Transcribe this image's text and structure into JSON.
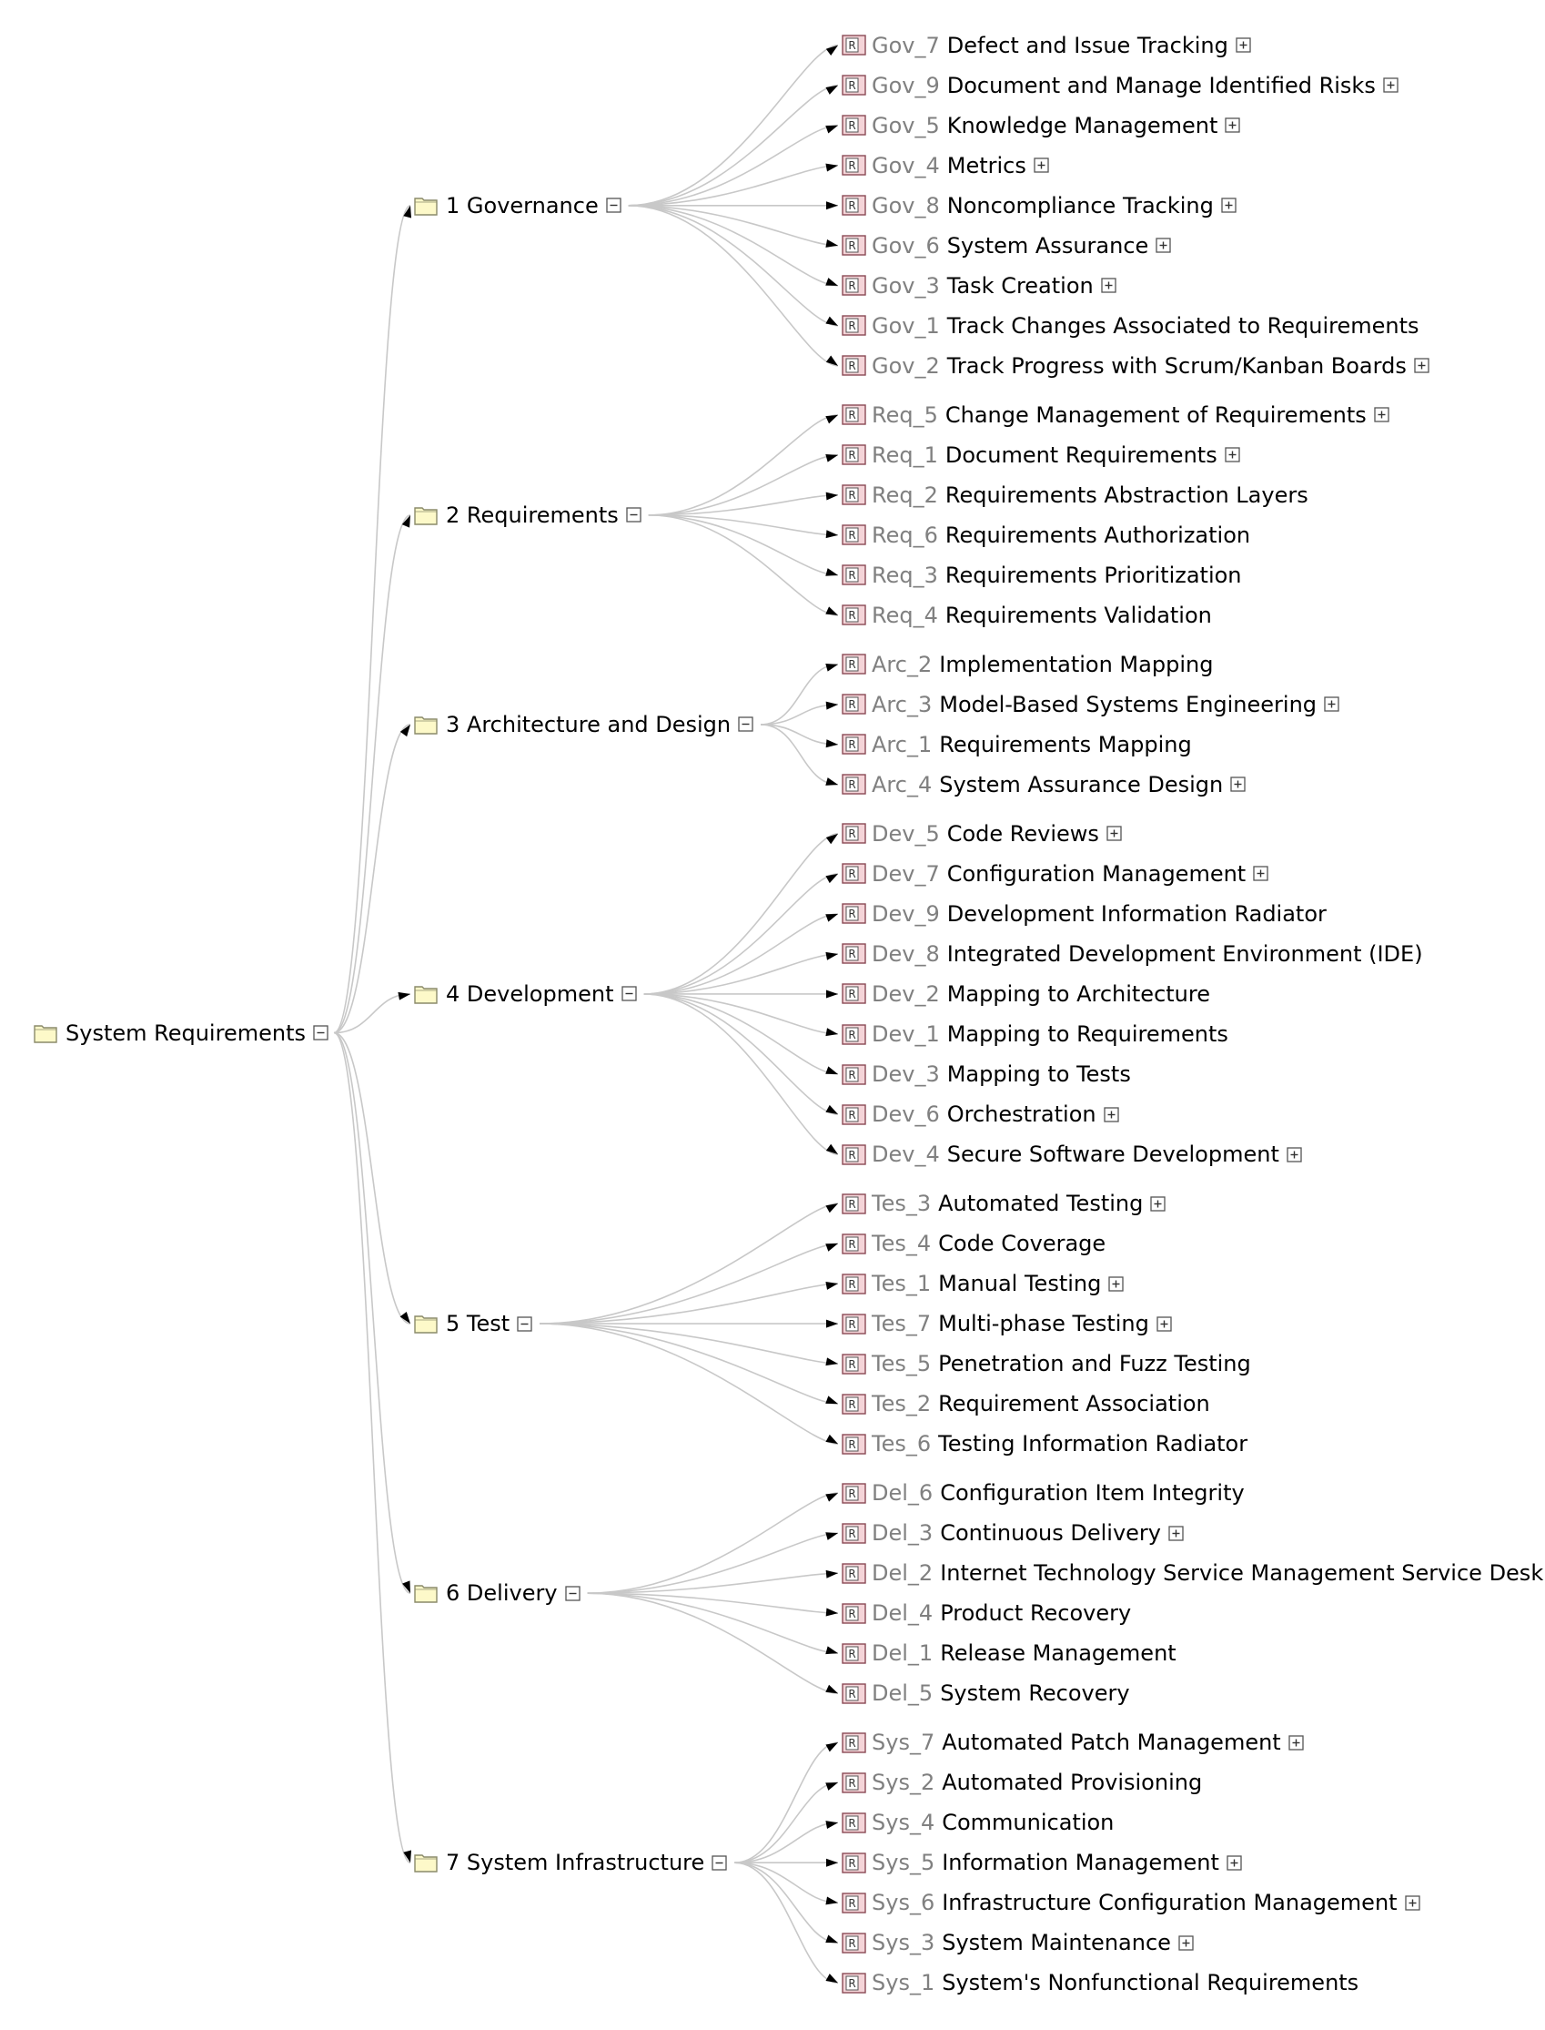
{
  "root": {
    "label": "System Requirements",
    "toggle": "collapse",
    "icon": "folder-icon",
    "groups": [
      {
        "number": "1",
        "label": "Governance",
        "toggle": "collapse",
        "icon": "folder-icon",
        "items": [
          {
            "id": "Gov_7",
            "label": "Defect and Issue Tracking",
            "expandable": true
          },
          {
            "id": "Gov_9",
            "label": "Document and Manage Identified Risks",
            "expandable": true
          },
          {
            "id": "Gov_5",
            "label": "Knowledge Management",
            "expandable": true
          },
          {
            "id": "Gov_4",
            "label": "Metrics",
            "expandable": true
          },
          {
            "id": "Gov_8",
            "label": "Noncompliance Tracking",
            "expandable": true
          },
          {
            "id": "Gov_6",
            "label": "System Assurance",
            "expandable": true
          },
          {
            "id": "Gov_3",
            "label": "Task Creation",
            "expandable": true
          },
          {
            "id": "Gov_1",
            "label": "Track Changes Associated to Requirements",
            "expandable": false
          },
          {
            "id": "Gov_2",
            "label": "Track Progress with Scrum/Kanban Boards",
            "expandable": true
          }
        ]
      },
      {
        "number": "2",
        "label": "Requirements",
        "toggle": "collapse",
        "icon": "folder-icon",
        "items": [
          {
            "id": "Req_5",
            "label": "Change Management of Requirements",
            "expandable": true
          },
          {
            "id": "Req_1",
            "label": "Document Requirements",
            "expandable": true
          },
          {
            "id": "Req_2",
            "label": "Requirements Abstraction Layers",
            "expandable": false
          },
          {
            "id": "Req_6",
            "label": "Requirements Authorization",
            "expandable": false
          },
          {
            "id": "Req_3",
            "label": "Requirements Prioritization",
            "expandable": false
          },
          {
            "id": "Req_4",
            "label": "Requirements Validation",
            "expandable": false
          }
        ]
      },
      {
        "number": "3",
        "label": "Architecture and Design",
        "toggle": "collapse",
        "icon": "folder-icon",
        "items": [
          {
            "id": "Arc_2",
            "label": "Implementation Mapping",
            "expandable": false
          },
          {
            "id": "Arc_3",
            "label": "Model-Based Systems Engineering",
            "expandable": true
          },
          {
            "id": "Arc_1",
            "label": "Requirements Mapping",
            "expandable": false
          },
          {
            "id": "Arc_4",
            "label": "System Assurance Design",
            "expandable": true
          }
        ]
      },
      {
        "number": "4",
        "label": "Development",
        "toggle": "collapse",
        "icon": "folder-icon",
        "items": [
          {
            "id": "Dev_5",
            "label": "Code Reviews",
            "expandable": true
          },
          {
            "id": "Dev_7",
            "label": "Configuration Management",
            "expandable": true
          },
          {
            "id": "Dev_9",
            "label": "Development Information Radiator",
            "expandable": false
          },
          {
            "id": "Dev_8",
            "label": "Integrated Development Environment (IDE)",
            "expandable": false
          },
          {
            "id": "Dev_2",
            "label": "Mapping to Architecture",
            "expandable": false
          },
          {
            "id": "Dev_1",
            "label": "Mapping to Requirements",
            "expandable": false
          },
          {
            "id": "Dev_3",
            "label": "Mapping to Tests",
            "expandable": false
          },
          {
            "id": "Dev_6",
            "label": "Orchestration",
            "expandable": true
          },
          {
            "id": "Dev_4",
            "label": "Secure Software Development",
            "expandable": true
          }
        ]
      },
      {
        "number": "5",
        "label": "Test",
        "toggle": "collapse",
        "icon": "folder-icon",
        "items": [
          {
            "id": "Tes_3",
            "label": "Automated Testing",
            "expandable": true
          },
          {
            "id": "Tes_4",
            "label": "Code Coverage",
            "expandable": false
          },
          {
            "id": "Tes_1",
            "label": "Manual Testing",
            "expandable": true
          },
          {
            "id": "Tes_7",
            "label": "Multi-phase Testing",
            "expandable": true
          },
          {
            "id": "Tes_5",
            "label": "Penetration and Fuzz Testing",
            "expandable": false
          },
          {
            "id": "Tes_2",
            "label": "Requirement Association",
            "expandable": false
          },
          {
            "id": "Tes_6",
            "label": "Testing Information Radiator",
            "expandable": false
          }
        ]
      },
      {
        "number": "6",
        "label": "Delivery",
        "toggle": "collapse",
        "icon": "folder-icon",
        "items": [
          {
            "id": "Del_6",
            "label": "Configuration Item Integrity",
            "expandable": false
          },
          {
            "id": "Del_3",
            "label": "Continuous Delivery",
            "expandable": true
          },
          {
            "id": "Del_2",
            "label": "Internet Technology Service Management Service Desk",
            "expandable": false
          },
          {
            "id": "Del_4",
            "label": "Product Recovery",
            "expandable": false
          },
          {
            "id": "Del_1",
            "label": "Release Management",
            "expandable": false
          },
          {
            "id": "Del_5",
            "label": "System Recovery",
            "expandable": false
          }
        ]
      },
      {
        "number": "7",
        "label": "System Infrastructure",
        "toggle": "collapse",
        "icon": "folder-icon",
        "items": [
          {
            "id": "Sys_7",
            "label": "Automated Patch Management",
            "expandable": true
          },
          {
            "id": "Sys_2",
            "label": "Automated Provisioning",
            "expandable": false
          },
          {
            "id": "Sys_4",
            "label": "Communication",
            "expandable": false
          },
          {
            "id": "Sys_5",
            "label": "Information Management",
            "expandable": true
          },
          {
            "id": "Sys_6",
            "label": "Infrastructure Configuration Management",
            "expandable": true
          },
          {
            "id": "Sys_3",
            "label": "System Maintenance",
            "expandable": true
          },
          {
            "id": "Sys_1",
            "label": "System's Nonfunctional Requirements",
            "expandable": false
          }
        ]
      }
    ]
  },
  "icons": {
    "requirement": "R",
    "requirement_icon": "requirement-icon",
    "expand_icon": "expand-icon",
    "collapse_icon": "collapse-icon"
  },
  "colors": {
    "link": "#c8c8c8",
    "folder_fill": "#fdf9c9",
    "folder_stroke": "#8a8a6a",
    "req_fill": "#f4d4d8",
    "req_stroke": "#8a4a55",
    "id_text": "#808080"
  }
}
